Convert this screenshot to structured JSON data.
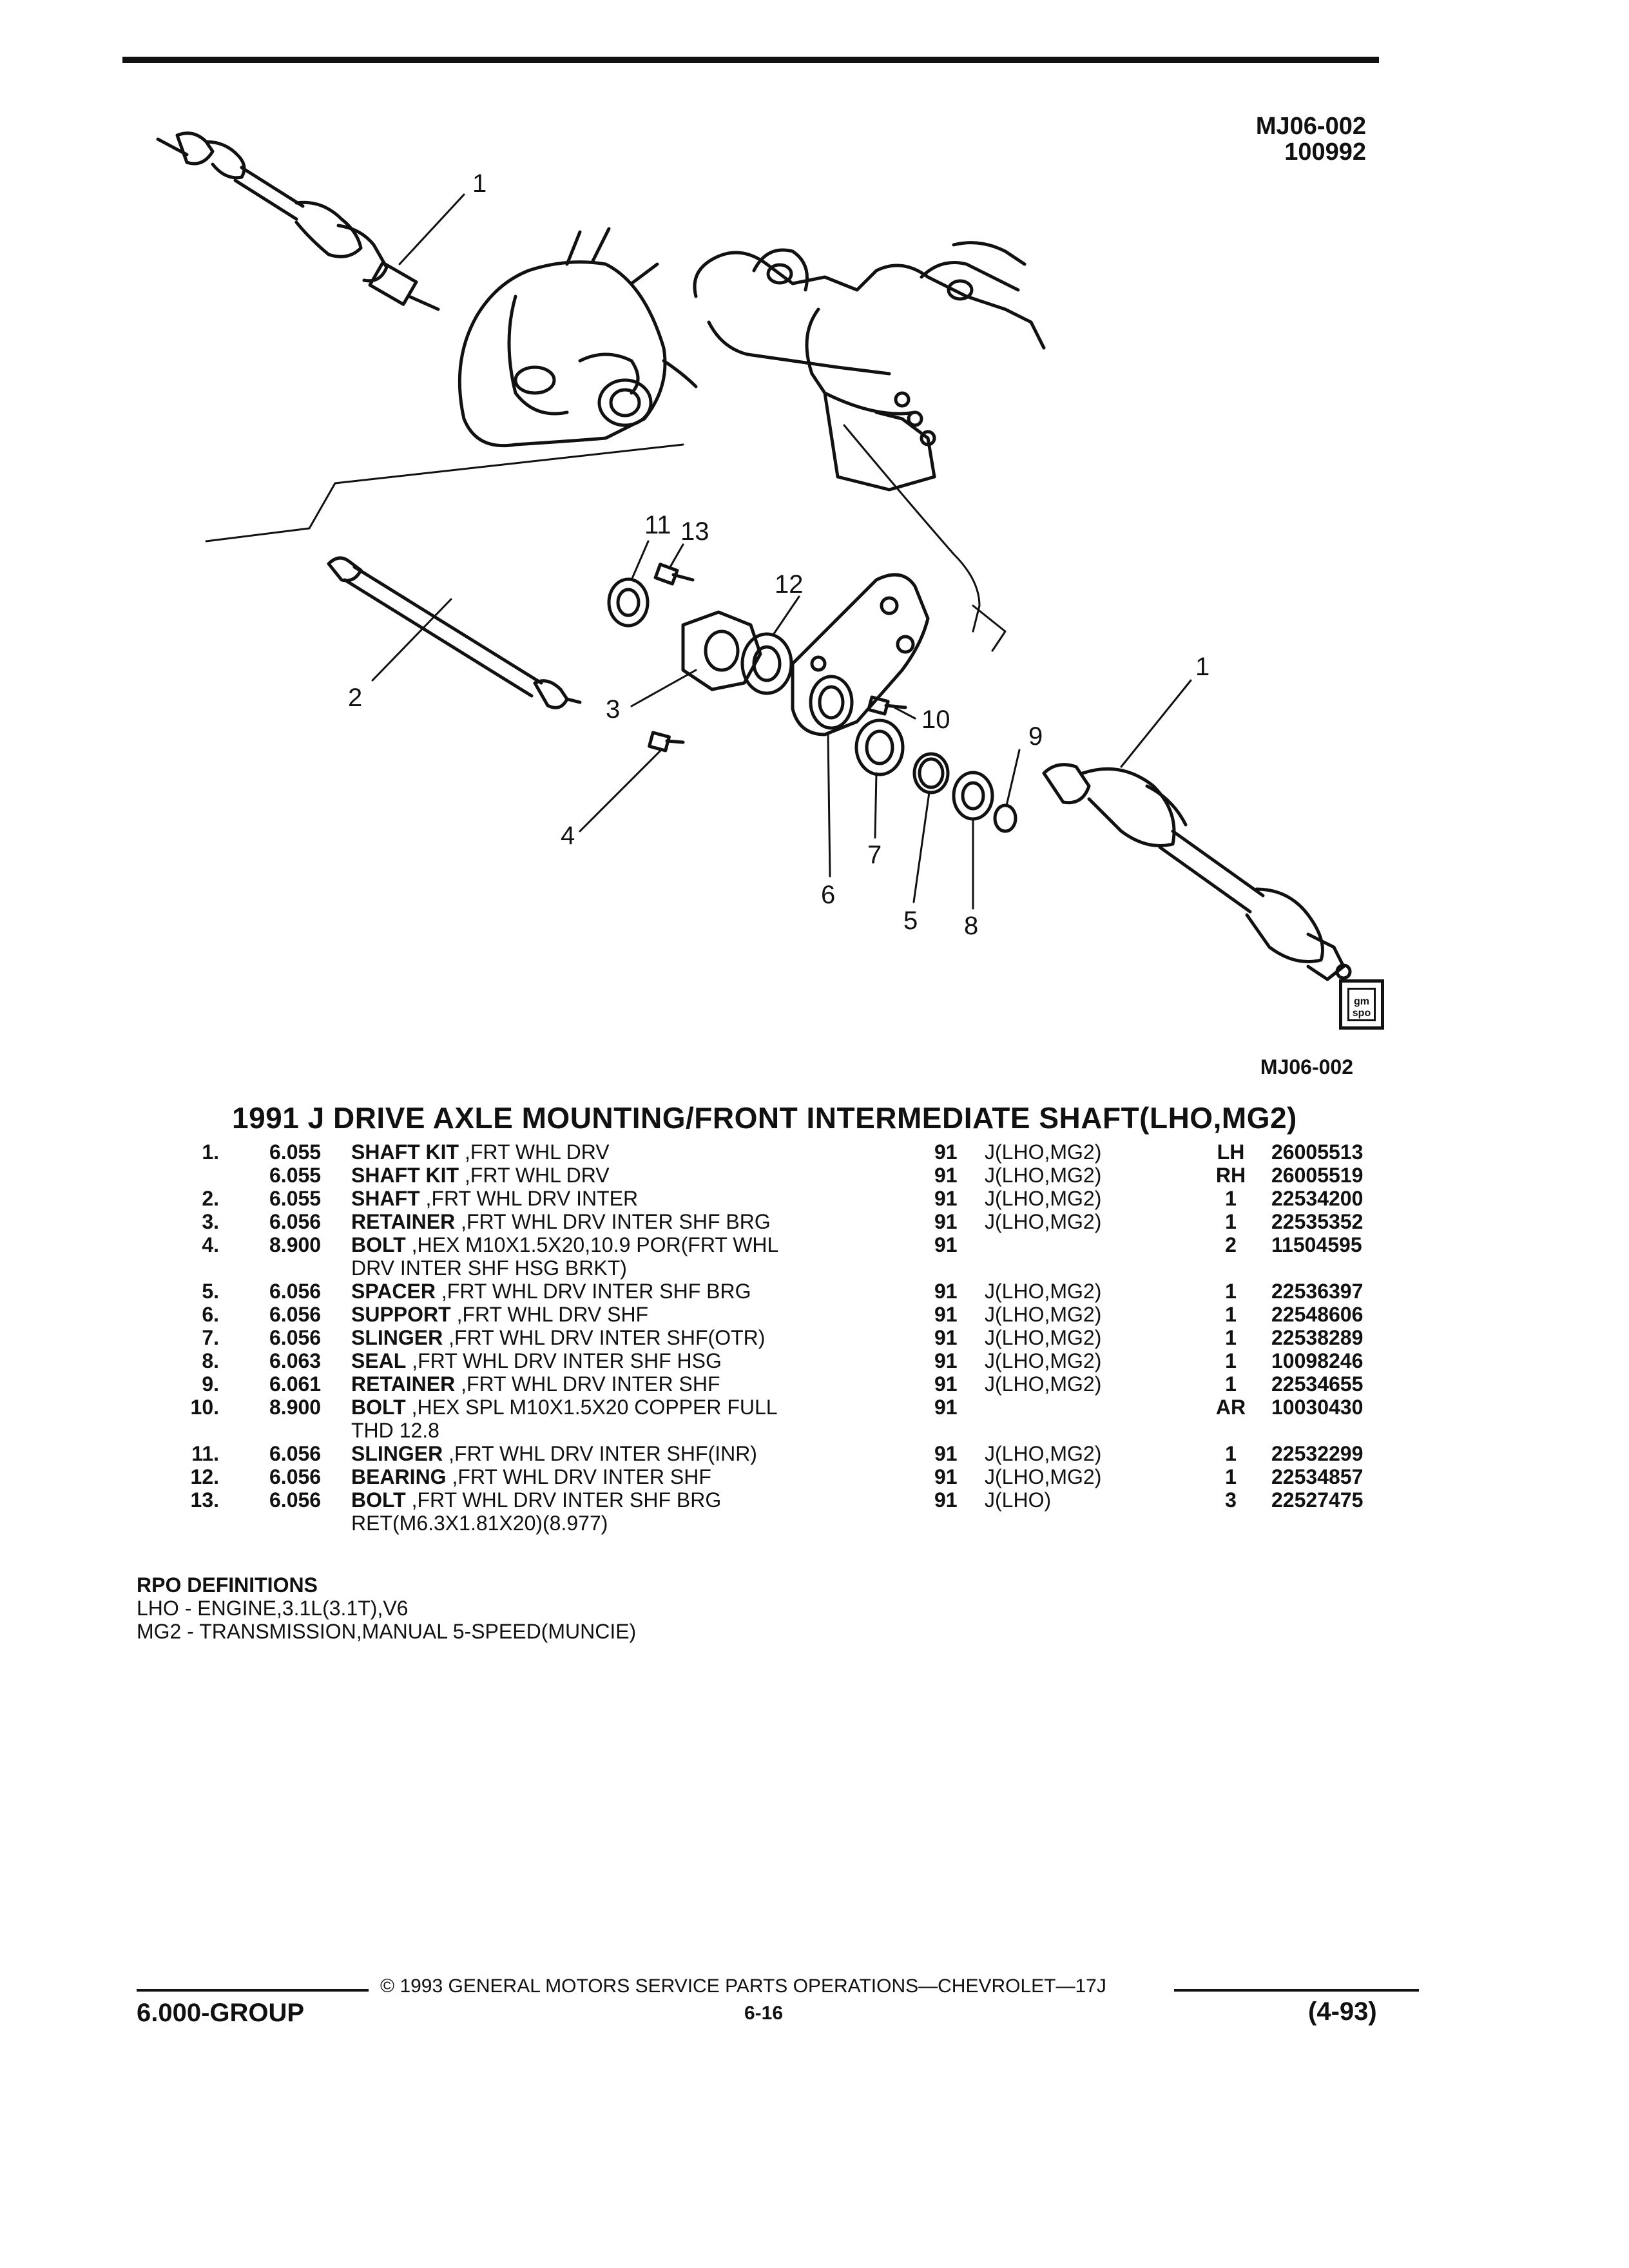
{
  "header": {
    "diagram_code_1": "MJ06-002",
    "diagram_code_2": "100992"
  },
  "diagram": {
    "callouts": [
      "1",
      "1",
      "2",
      "3",
      "4",
      "5",
      "6",
      "7",
      "8",
      "9",
      "10",
      "11",
      "12",
      "13"
    ],
    "badge_text_1": "gm",
    "badge_text_2": "spo",
    "caption": "MJ06-002"
  },
  "section_title": "1991 J DRIVE AXLE MOUNTING/FRONT INTERMEDIATE SHAFT(LHO,MG2)",
  "parts": [
    {
      "item": "1.",
      "group": "6.055",
      "name": "SHAFT KIT",
      "desc": " ,FRT WHL DRV",
      "year": "91",
      "model": "J(LHO,MG2)",
      "qty": "LH",
      "part": "26005513"
    },
    {
      "item": "",
      "group": "6.055",
      "name": "SHAFT KIT",
      "desc": " ,FRT WHL DRV",
      "year": "91",
      "model": "J(LHO,MG2)",
      "qty": "RH",
      "part": "26005519"
    },
    {
      "item": "2.",
      "group": "6.055",
      "name": "SHAFT",
      "desc": " ,FRT WHL DRV INTER",
      "year": "91",
      "model": "J(LHO,MG2)",
      "qty": "1",
      "part": "22534200"
    },
    {
      "item": "3.",
      "group": "6.056",
      "name": "RETAINER",
      "desc": " ,FRT WHL DRV INTER SHF BRG",
      "year": "91",
      "model": "J(LHO,MG2)",
      "qty": "1",
      "part": "22535352"
    },
    {
      "item": "4.",
      "group": "8.900",
      "name": "BOLT",
      "desc": " ,HEX M10X1.5X20,10.9 POR(FRT WHL",
      "cont": "DRV INTER SHF HSG BRKT)",
      "year": "91",
      "model": "",
      "qty": "2",
      "part": "11504595"
    },
    {
      "item": "5.",
      "group": "6.056",
      "name": "SPACER",
      "desc": " ,FRT WHL DRV INTER SHF BRG",
      "year": "91",
      "model": "J(LHO,MG2)",
      "qty": "1",
      "part": "22536397"
    },
    {
      "item": "6.",
      "group": "6.056",
      "name": "SUPPORT",
      "desc": " ,FRT WHL DRV SHF",
      "year": "91",
      "model": "J(LHO,MG2)",
      "qty": "1",
      "part": "22548606"
    },
    {
      "item": "7.",
      "group": "6.056",
      "name": "SLINGER",
      "desc": " ,FRT WHL DRV INTER SHF(OTR)",
      "year": "91",
      "model": "J(LHO,MG2)",
      "qty": "1",
      "part": "22538289"
    },
    {
      "item": "8.",
      "group": "6.063",
      "name": "SEAL",
      "desc": " ,FRT WHL DRV INTER SHF HSG",
      "year": "91",
      "model": "J(LHO,MG2)",
      "qty": "1",
      "part": "10098246"
    },
    {
      "item": "9.",
      "group": "6.061",
      "name": "RETAINER",
      "desc": " ,FRT WHL DRV INTER SHF",
      "year": "91",
      "model": "J(LHO,MG2)",
      "qty": "1",
      "part": "22534655"
    },
    {
      "item": "10.",
      "group": "8.900",
      "name": "BOLT",
      "desc": " ,HEX SPL M10X1.5X20 COPPER FULL",
      "cont": "THD 12.8",
      "year": "91",
      "model": "",
      "qty": "AR",
      "part": "10030430"
    },
    {
      "item": "11.",
      "group": "6.056",
      "name": "SLINGER",
      "desc": " ,FRT WHL DRV INTER SHF(INR)",
      "year": "91",
      "model": "J(LHO,MG2)",
      "qty": "1",
      "part": "22532299"
    },
    {
      "item": "12.",
      "group": "6.056",
      "name": "BEARING",
      "desc": " ,FRT WHL DRV INTER SHF",
      "year": "91",
      "model": "J(LHO,MG2)",
      "qty": "1",
      "part": "22534857"
    },
    {
      "item": "13.",
      "group": "6.056",
      "name": "BOLT",
      "desc": " ,FRT WHL DRV INTER SHF BRG",
      "cont": "RET(M6.3X1.81X20)(8.977)",
      "year": "91",
      "model": "J(LHO)",
      "qty": "3",
      "part": "22527475"
    }
  ],
  "rpo": {
    "heading": "RPO DEFINITIONS",
    "lines": [
      "LHO - ENGINE,3.1L(3.1T),V6",
      "MG2 - TRANSMISSION,MANUAL 5-SPEED(MUNCIE)"
    ]
  },
  "footer": {
    "copyright": "© 1993 GENERAL MOTORS SERVICE PARTS OPERATIONS—CHEVROLET—17J",
    "page": "6-16",
    "group": "6.000-GROUP",
    "date": "(4-93)"
  }
}
